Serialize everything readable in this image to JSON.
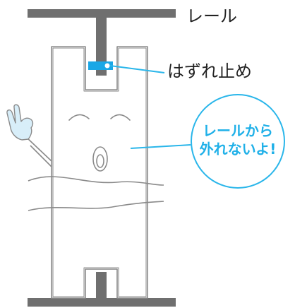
{
  "labels": {
    "rail": "レール",
    "stopper": "はずれ止め",
    "bubble_line1": "レールから",
    "bubble_line2": "外れないよ!"
  },
  "colors": {
    "rail": "#6f6f6f",
    "outline": "#8a8a8a",
    "stopper": "#1aa7e6",
    "callout": "#2ab6ea",
    "bubble_stroke": "#2ab6ea",
    "glove": "#d8eef9"
  }
}
